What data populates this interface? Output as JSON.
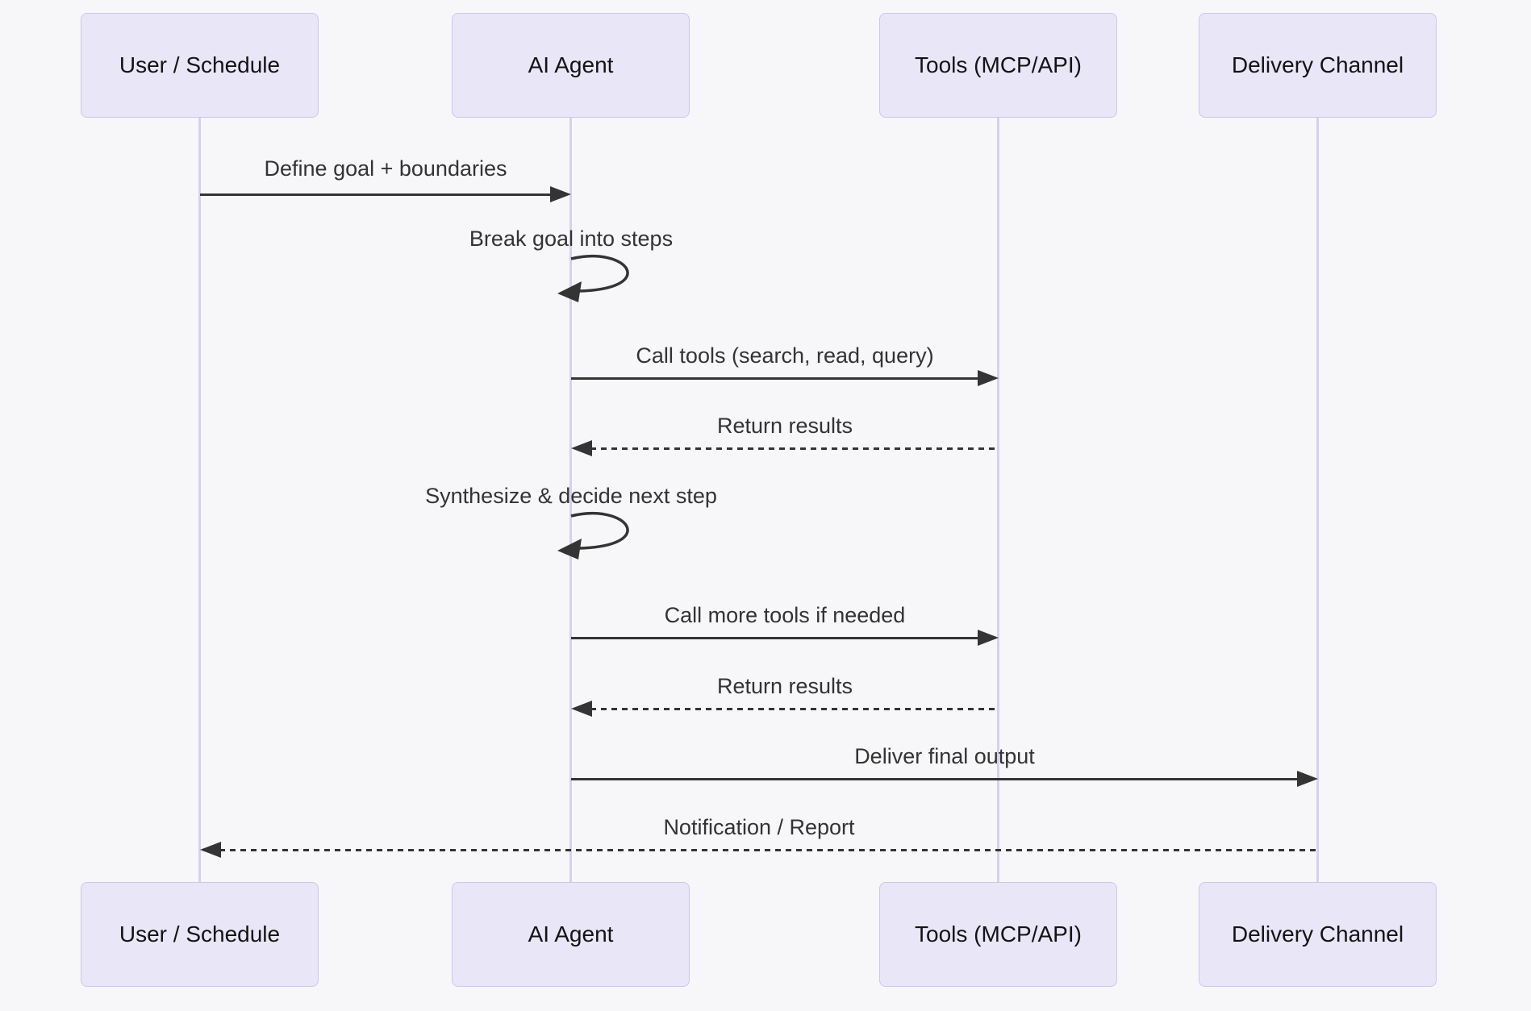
{
  "diagram": {
    "type": "sequence-diagram",
    "background_color": "#f7f7fa",
    "actor_fill_color": "#e9e6f8",
    "actor_border_color": "#cfc5ec",
    "lifeline_color": "#d9cff1",
    "arrow_color": "#343434",
    "message_text_color": "#333333",
    "actor_text_color": "#131313"
  },
  "actors": [
    {
      "id": "user",
      "label": "User / Schedule"
    },
    {
      "id": "agent",
      "label": "AI Agent"
    },
    {
      "id": "tools",
      "label": "Tools (MCP/API)"
    },
    {
      "id": "delivery",
      "label": "Delivery Channel"
    }
  ],
  "messages": [
    {
      "label": "Define goal + boundaries",
      "from": "user",
      "to": "agent",
      "style": "solid"
    },
    {
      "label": "Break goal into steps",
      "from": "agent",
      "to": "agent",
      "style": "self-loop"
    },
    {
      "label": "Call tools (search, read, query)",
      "from": "agent",
      "to": "tools",
      "style": "solid"
    },
    {
      "label": "Return results",
      "from": "tools",
      "to": "agent",
      "style": "dashed"
    },
    {
      "label": "Synthesize & decide next step",
      "from": "agent",
      "to": "agent",
      "style": "self-loop"
    },
    {
      "label": "Call more tools if needed",
      "from": "agent",
      "to": "tools",
      "style": "solid"
    },
    {
      "label": "Return results",
      "from": "tools",
      "to": "agent",
      "style": "dashed"
    },
    {
      "label": "Deliver final output",
      "from": "agent",
      "to": "delivery",
      "style": "solid"
    },
    {
      "label": "Notification / Report",
      "from": "delivery",
      "to": "user",
      "style": "dashed"
    }
  ]
}
